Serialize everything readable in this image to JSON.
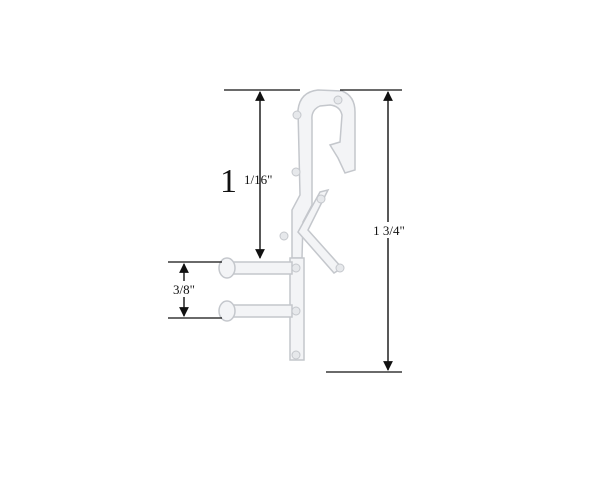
{
  "dimensions": {
    "height_total": "1 3/4\"",
    "height_upper_whole": "1",
    "height_upper_fraction": "1/16\"",
    "tab_spacing": "3/8\""
  },
  "colors": {
    "line": "#111111",
    "profile_fill": "#f3f4f6",
    "profile_stroke": "#c4c7cc",
    "bead": "#e6e8eb"
  }
}
